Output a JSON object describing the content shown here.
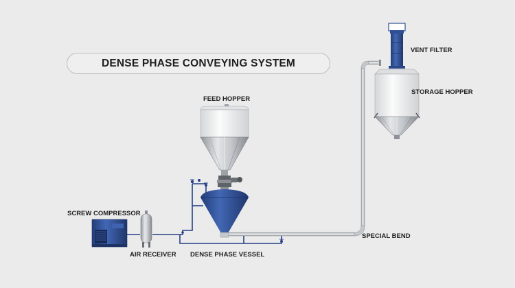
{
  "title": "DENSE PHASE CONVEYING SYSTEM",
  "labels": {
    "feed_hopper": "FEED HOPPER",
    "vent_filter": "VENT FILTER",
    "storage_hopper": "STORAGE HOPPER",
    "screw_compressor": "SCREW COMPRESSOR",
    "air_receiver": "AIR RECEIVER",
    "dense_phase_vessel": "DENSE PHASE VESSEL",
    "special_bend": "SPECIAL BEND"
  },
  "colors": {
    "background": "#ebebeb",
    "vessel_blue": "#2f4f94",
    "air_line": "#243f86",
    "steel": "#b9bcc0",
    "label_text": "#1f1f1f"
  }
}
